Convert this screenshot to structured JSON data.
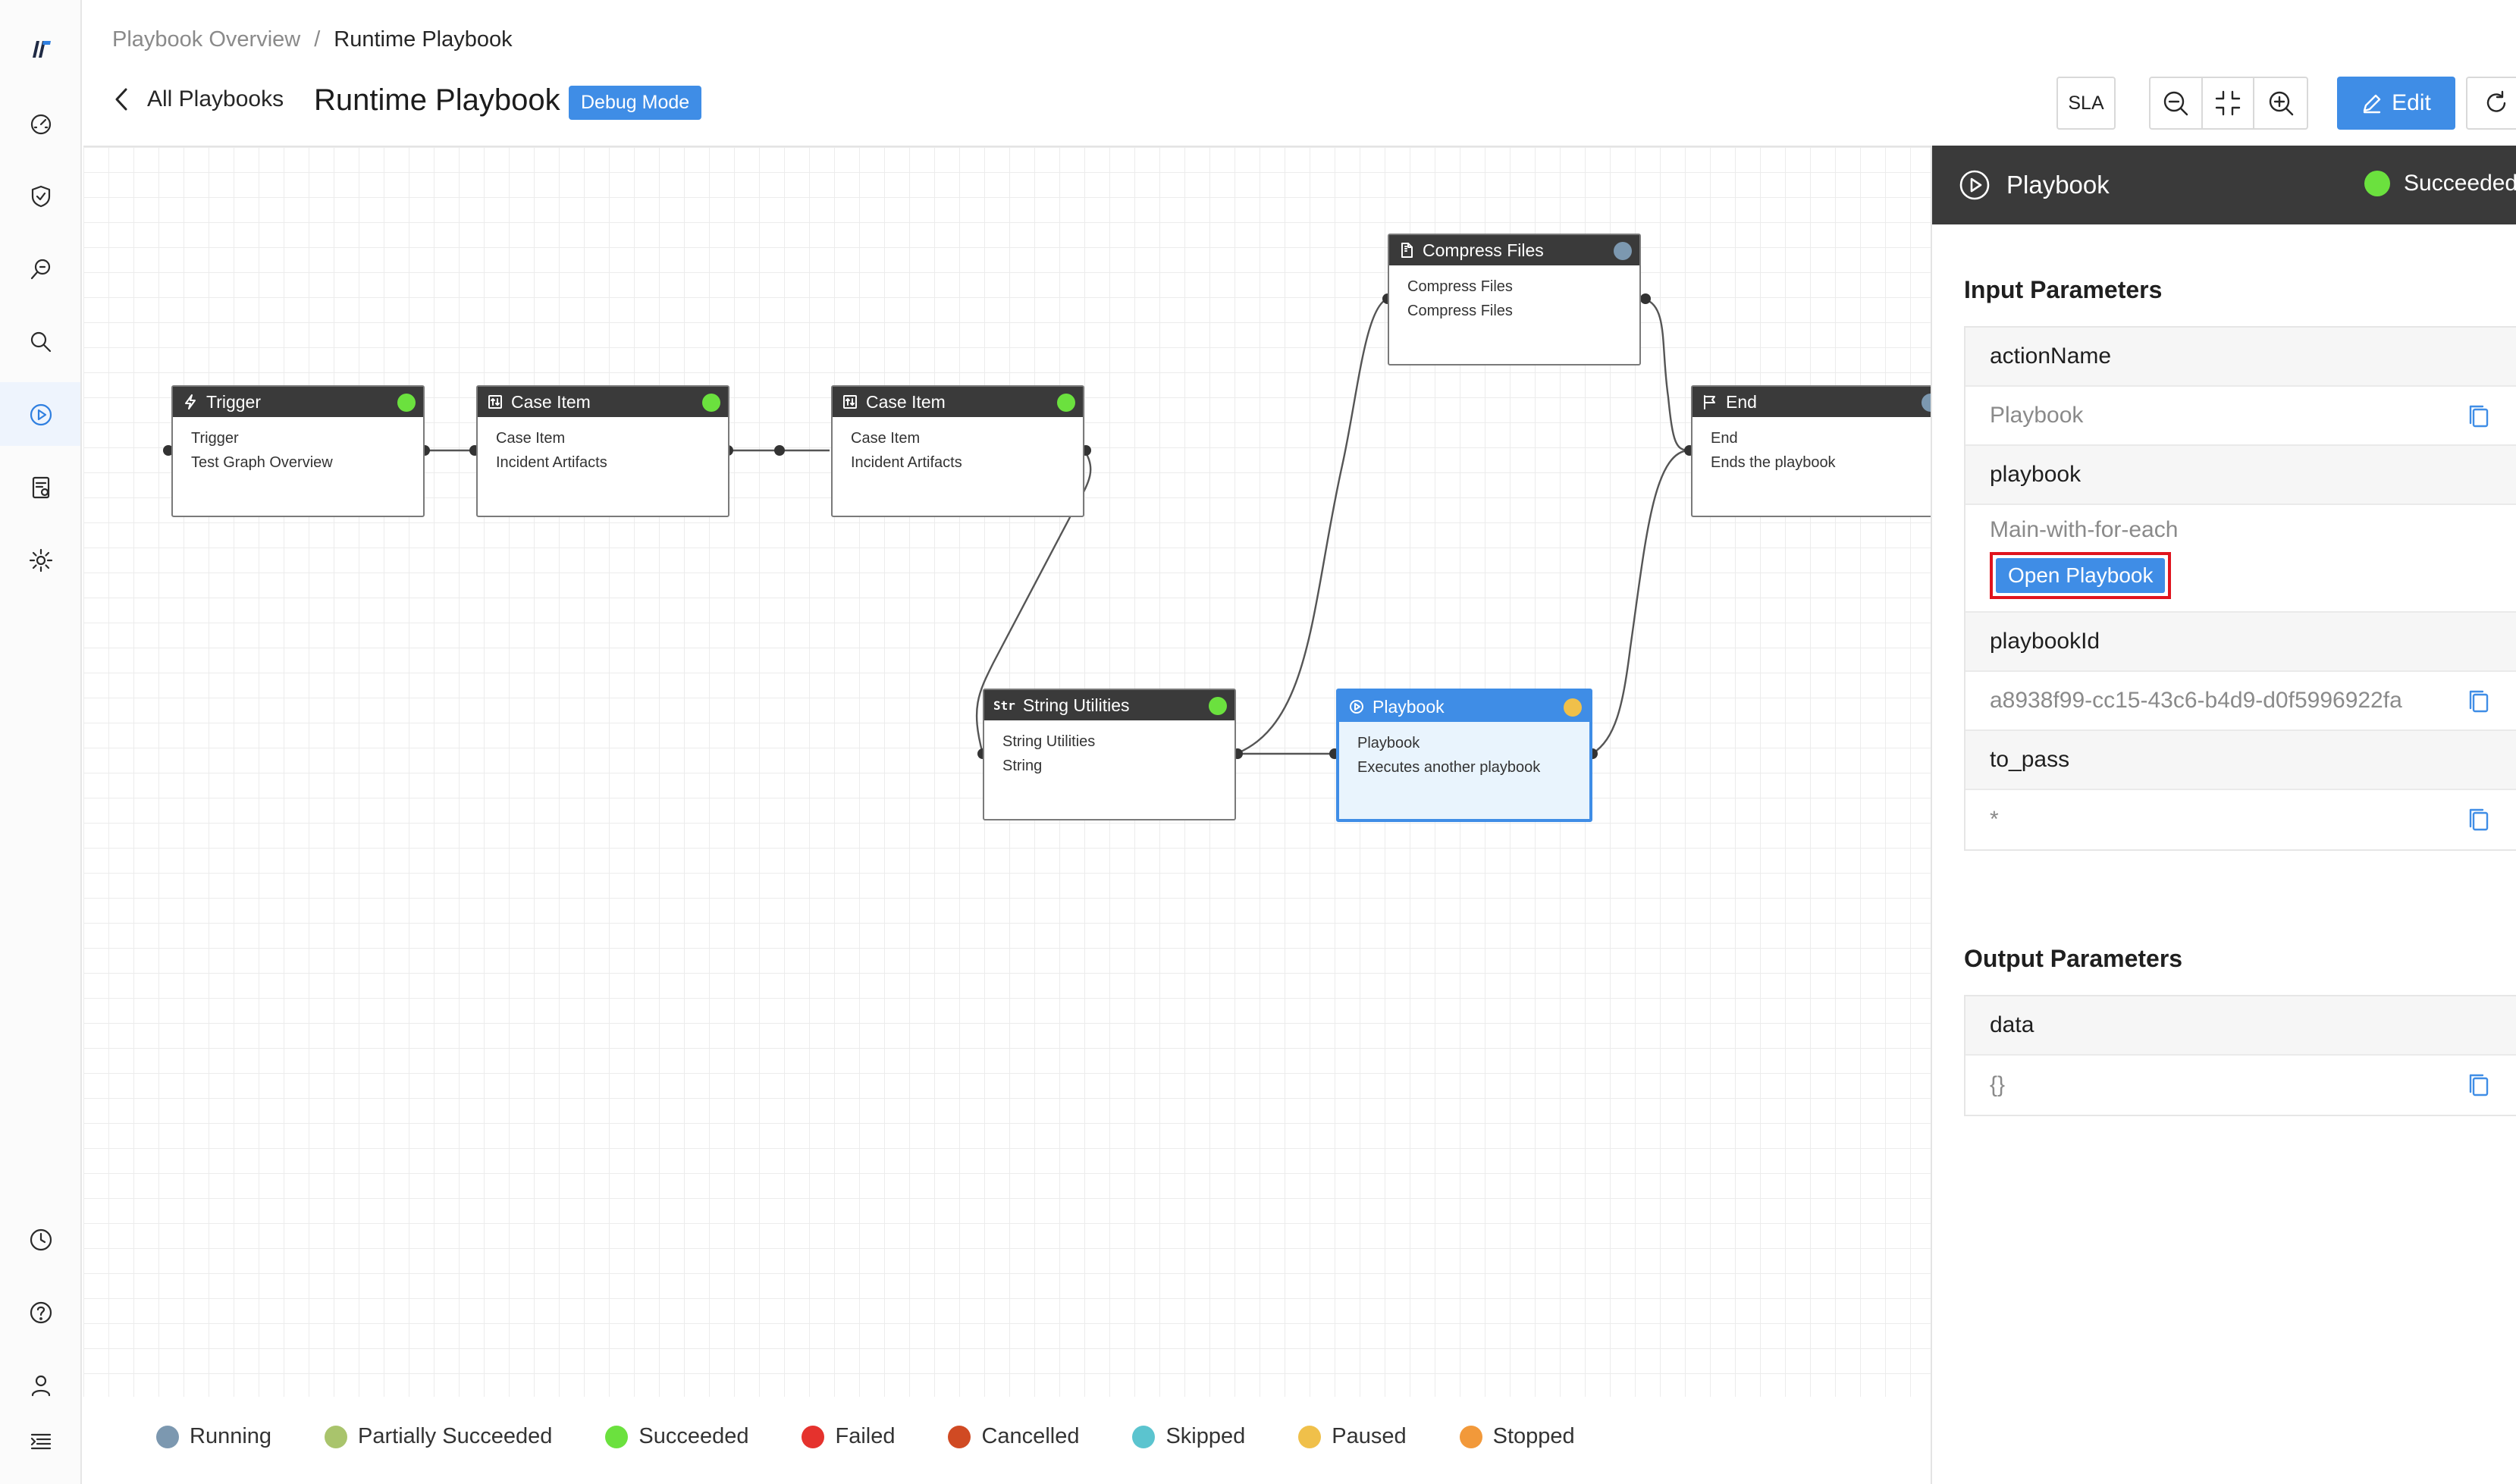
{
  "breadcrumb": {
    "parent": "Playbook Overview",
    "separator": "/",
    "current": "Runtime Playbook"
  },
  "header": {
    "back_label": "All Playbooks",
    "title": "Runtime Playbook",
    "badge": "Debug Mode",
    "sla_label": "SLA",
    "edit_label": "Edit"
  },
  "nav": {
    "items": [
      "dashboard-icon",
      "shield-icon",
      "investigate-icon",
      "search-icon",
      "playbook-icon",
      "reports-icon",
      "settings-icon"
    ],
    "bottom": [
      "history-icon",
      "help-icon",
      "user-icon",
      "menu-icon"
    ],
    "active": "playbook-icon"
  },
  "nodes": {
    "trigger": {
      "title": "Trigger",
      "line1": "Trigger",
      "line2": "Test Graph Overview",
      "status_color": "#6be13e"
    },
    "case1": {
      "title": "Case Item",
      "line1": "Case Item",
      "line2": "Incident Artifacts",
      "status_color": "#6be13e"
    },
    "case2": {
      "title": "Case Item",
      "line1": "Case Item",
      "line2": "Incident Artifacts",
      "status_color": "#6be13e"
    },
    "compress": {
      "title": "Compress Files",
      "line1": "Compress Files",
      "line2": "Compress Files",
      "status_color": "#7c98b0"
    },
    "end": {
      "title": "End",
      "line1": "End",
      "line2": "Ends the playbook",
      "status_color": "#7c98b0"
    },
    "string": {
      "title": "String Utilities",
      "line1": "String Utilities",
      "line2": "String",
      "status_color": "#6be13e"
    },
    "playbook": {
      "title": "Playbook",
      "line1": "Playbook",
      "line2": "Executes another playbook",
      "status_color": "#f0c04a"
    }
  },
  "panel": {
    "title": "Playbook",
    "status": "Succeeded",
    "status_color": "#6be13e",
    "input_title": "Input Parameters",
    "inputs": {
      "actionName": {
        "key": "actionName",
        "value": "Playbook"
      },
      "playbook": {
        "key": "playbook",
        "value": "Main-with-for-each",
        "button": "Open Playbook"
      },
      "playbookId": {
        "key": "playbookId",
        "value": "a8938f99-cc15-43c6-b4d9-d0f5996922fa"
      },
      "to_pass": {
        "key": "to_pass",
        "value": "*"
      }
    },
    "output_title": "Output Parameters",
    "outputs": {
      "data": {
        "key": "data",
        "value": "{}"
      }
    }
  },
  "legend": [
    {
      "label": "Running",
      "color": "#7c98b0"
    },
    {
      "label": "Partially Succeeded",
      "color": "#a9c46c"
    },
    {
      "label": "Succeeded",
      "color": "#6be13e"
    },
    {
      "label": "Failed",
      "color": "#e5322d"
    },
    {
      "label": "Cancelled",
      "color": "#d04a23"
    },
    {
      "label": "Skipped",
      "color": "#5bc4cf"
    },
    {
      "label": "Paused",
      "color": "#f0c04a"
    },
    {
      "label": "Stopped",
      "color": "#f2993a"
    }
  ]
}
